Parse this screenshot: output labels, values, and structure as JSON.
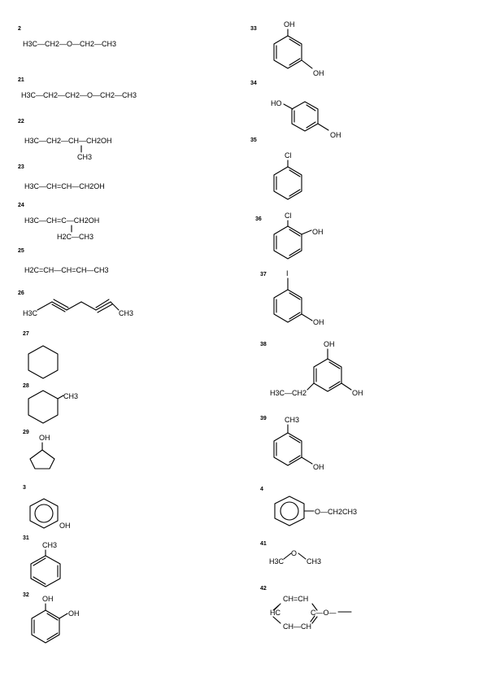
{
  "structures": {
    "s2": {
      "number": "2",
      "formula": "H3C—CH2—O—CH2—CH3"
    },
    "s21": {
      "number": "21",
      "formula": "H3C—CH2—CH2—O—CH2—CH3"
    },
    "s22": {
      "number": "22",
      "formula": "H3C—CH2—CH—CH2OH",
      "branch": "CH3"
    },
    "s23": {
      "number": "23",
      "formula": "H3C—CH=CH—CH2OH"
    },
    "s24": {
      "number": "24",
      "formula": "H3C—CH=C—CH2OH",
      "branch": "H2C—CH3"
    },
    "s25": {
      "number": "25",
      "formula": "H2C=CH—CH=CH—CH3"
    },
    "s26": {
      "number": "26",
      "left": "H3C",
      "right": "CH3"
    },
    "s27": {
      "number": "27"
    },
    "s28": {
      "number": "28",
      "substituent": "CH3"
    },
    "s29": {
      "number": "29",
      "substituent": "OH"
    },
    "s3": {
      "number": "3",
      "substituent": "OH"
    },
    "s31": {
      "number": "31",
      "substituent": "CH3"
    },
    "s32": {
      "number": "32",
      "sub1": "OH",
      "sub2": "OH"
    },
    "s33": {
      "number": "33",
      "sub1": "OH",
      "sub2": "OH"
    },
    "s34": {
      "number": "34",
      "sub1": "HO",
      "sub2": "OH"
    },
    "s35": {
      "number": "35",
      "substituent": "Cl"
    },
    "s36": {
      "number": "36",
      "sub1": "Cl",
      "sub2": "OH"
    },
    "s37": {
      "number": "37",
      "sub1": "I",
      "sub2": "OH"
    },
    "s38": {
      "number": "38",
      "sub1": "OH",
      "sub2": "OH",
      "sub3": "H3C—CH2"
    },
    "s39": {
      "number": "39",
      "sub1": "CH3",
      "sub2": "OH"
    },
    "s4": {
      "number": "4",
      "chain": "O—CH2CH3"
    },
    "s41": {
      "number": "41",
      "left": "H3C",
      "mid": "O",
      "right": "CH3"
    },
    "s42": {
      "number": "42",
      "top": "CH=CH",
      "left": "HC",
      "right": "C—O—",
      "bottom": "CH—CH"
    }
  }
}
